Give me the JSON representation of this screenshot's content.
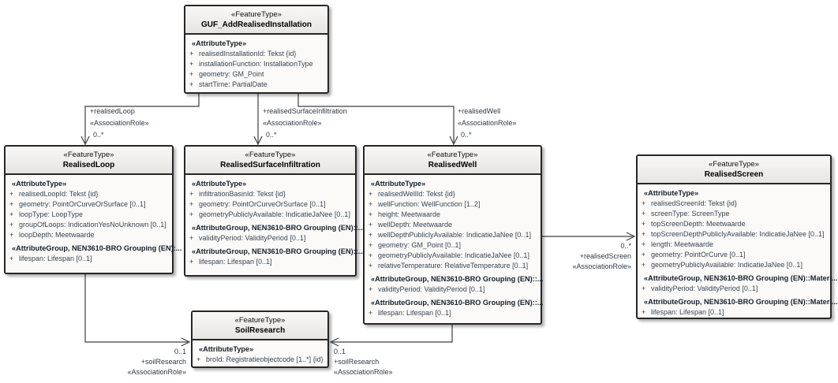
{
  "classes": {
    "guf": {
      "stereotype": "«FeatureType»",
      "name": "GUF_AddRealisedInstallation",
      "rows": [
        {
          "g": "«AttributeType»"
        },
        {
          "v": "+",
          "t": "realisedInstallationId: Tekst {id}"
        },
        {
          "v": "+",
          "t": "installationFunction: InstallationType"
        },
        {
          "v": "+",
          "t": "geometry: GM_Point"
        },
        {
          "v": "+",
          "t": "startTime: PartialDate"
        }
      ]
    },
    "loop": {
      "stereotype": "«FeatureType»",
      "name": "RealisedLoop",
      "rows": [
        {
          "g": "«AttributeType»"
        },
        {
          "v": "+",
          "t": "realisedLoopId: Tekst {id}"
        },
        {
          "v": "+",
          "t": "geometry: PointOrCurveOrSurface [0..1]"
        },
        {
          "v": "+",
          "t": "loopType: LoopType"
        },
        {
          "v": "+",
          "t": "groupOfLoops: IndicationYesNoUnknown [0..1]"
        },
        {
          "v": "+",
          "t": "loopDepth: Meetwaarde"
        },
        {
          "g": "«AttributeGroup, NEN3610-BRO Grouping (EN):..."
        },
        {
          "v": "+",
          "t": "lifespan: Lifespan [0..1]"
        }
      ]
    },
    "surface": {
      "stereotype": "«FeatureType»",
      "name": "RealisedSurfaceInfiltration",
      "rows": [
        {
          "g": "«AttributeType»"
        },
        {
          "v": "+",
          "t": "infiltrationBasinId: Tekst {id}"
        },
        {
          "v": "+",
          "t": "geometry: PointOrCurveOrSurface [0..1]"
        },
        {
          "v": "+",
          "t": "geometryPubliclyAvailable: IndicatieJaNee [0..1]"
        },
        {
          "g": "«AttributeGroup, NEN3610-BRO Grouping (EN)::..."
        },
        {
          "v": "+",
          "t": "validityPeriod: ValidityPeriod [0..1]"
        },
        {
          "g": "«AttributeGroup, NEN3610-BRO Grouping (EN)::..."
        },
        {
          "v": "+",
          "t": "lifespan: Lifespan [0..1]"
        }
      ]
    },
    "well": {
      "stereotype": "«FeatureType»",
      "name": "RealisedWell",
      "rows": [
        {
          "g": "«AttributeType»"
        },
        {
          "v": "+",
          "t": "realisedWellId: Tekst {id}"
        },
        {
          "v": "+",
          "t": "wellFunction: WellFunction [1..2]"
        },
        {
          "v": "+",
          "t": "height: Meetwaarde"
        },
        {
          "v": "+",
          "t": "wellDepth: Meetwaarde"
        },
        {
          "v": "+",
          "t": "wellDepthPubliclyAvailable: IndicatieJaNee [0..1]"
        },
        {
          "v": "+",
          "t": "geometry: GM_Point [0..1]"
        },
        {
          "v": "+",
          "t": "geometryPubliclyAvailable: IndicatieJaNee [0..1]"
        },
        {
          "v": "+",
          "t": "relativeTemperature: RelativeTemperature [0..1]"
        },
        {
          "g": "«AttributeGroup, NEN3610-BRO Grouping (EN)::..."
        },
        {
          "v": "+",
          "t": "validityPeriod: ValidityPeriod [0..1]"
        },
        {
          "g": "«AttributeGroup, NEN3610-BRO Grouping (EN)::..."
        },
        {
          "v": "+",
          "t": "lifespan: Lifespan [0..1]"
        }
      ]
    },
    "screen": {
      "stereotype": "«FeatureType»",
      "name": "RealisedScreen",
      "rows": [
        {
          "g": "«AttributeType»"
        },
        {
          "v": "+",
          "t": "realisedScreenId: Tekst {id}"
        },
        {
          "v": "+",
          "t": "screenType: ScreenType"
        },
        {
          "v": "+",
          "t": "topScreenDepth: Meetwaarde"
        },
        {
          "v": "+",
          "t": "topScreenDepthPubliclyAvailable: IndicatieJaNee [0..1]"
        },
        {
          "v": "+",
          "t": "length: Meetwaarde"
        },
        {
          "v": "+",
          "t": "geometry: PointOrCurve [0..1]"
        },
        {
          "v": "+",
          "t": "geometryPubliclyAvailable: IndicatieJaNee [0..1]"
        },
        {
          "g": "«AttributeGroup, NEN3610-BRO Grouping (EN)::Materi..."
        },
        {
          "v": "+",
          "t": "validityPeriod: ValidityPeriod [0..1]"
        },
        {
          "g": "«AttributeGroup, NEN3610-BRO Grouping (EN)::Materi..."
        },
        {
          "v": "+",
          "t": "lifespan: Lifespan [0..1]"
        }
      ]
    },
    "soil": {
      "stereotype": "«FeatureType»",
      "name": "SoilResearch",
      "rows": [
        {
          "g": "«AttributeType»"
        },
        {
          "v": "+",
          "t": "broId: Registratieobjectcode [1..*] {id}"
        }
      ]
    }
  },
  "labels": {
    "realisedLoop": {
      "role": "+realisedLoop",
      "stereo": "«AssociationRole»",
      "mult": "0..*"
    },
    "realisedSurfaceInfiltration": {
      "role": "+realisedSurfaceInfiltration",
      "stereo": "«AssociationRole»",
      "mult": "0..*"
    },
    "realisedWell": {
      "role": "+realisedWell",
      "stereo": "«AssociationRole»",
      "mult": "0..*"
    },
    "realisedScreen": {
      "mult": "0..*",
      "role": "+realisedScreen",
      "stereo": "«AssociationRole»"
    },
    "soilResearchLeft": {
      "mult": "0..1",
      "role": "+soilResearch",
      "stereo": "«AssociationRole»"
    },
    "soilResearchRight": {
      "mult": "0..1",
      "role": "+soilResearch",
      "stereo": "«AssociationRole»"
    }
  }
}
